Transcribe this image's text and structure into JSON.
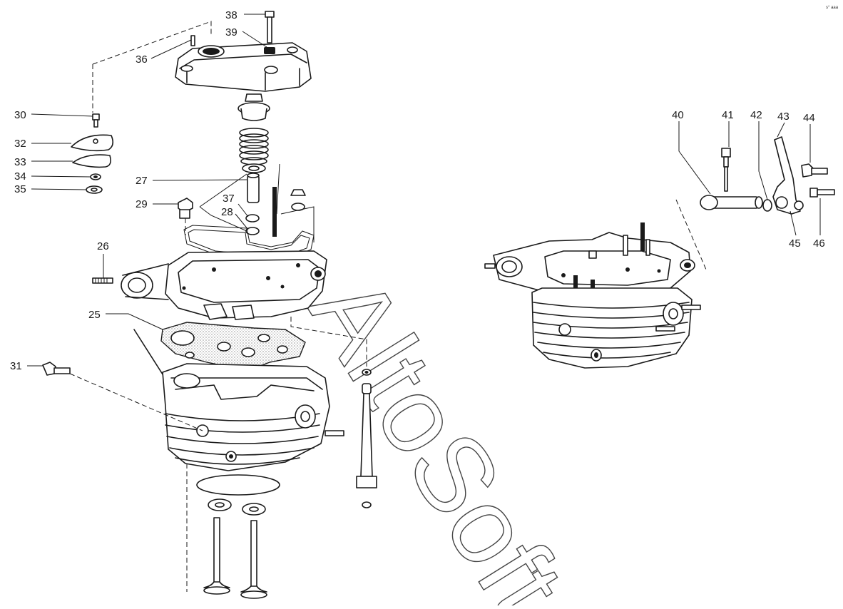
{
  "watermark": "AltoSoft",
  "corner_mark": "s° aaa",
  "callouts": [
    "25",
    "26",
    "27",
    "28",
    "29",
    "30",
    "31",
    "32",
    "33",
    "34",
    "35",
    "36",
    "37",
    "38",
    "39",
    "40",
    "41",
    "42",
    "43",
    "44",
    "45",
    "46"
  ]
}
